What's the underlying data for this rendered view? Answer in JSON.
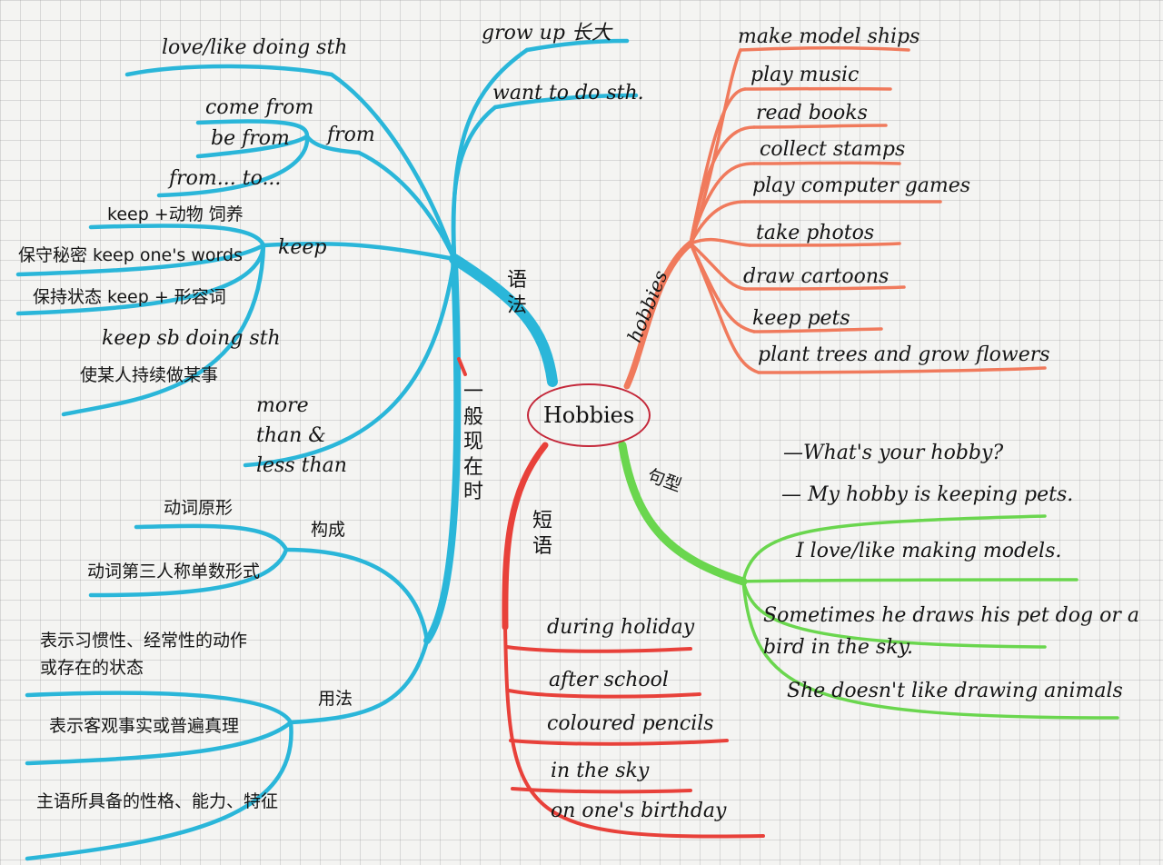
{
  "center": "Hobbies",
  "colors": {
    "grammar": "#2ab6d9",
    "hobbies": "#f07a5c",
    "phrases": "#e8413a",
    "sentences": "#6ad64e",
    "center_border": "#c4283a"
  },
  "branches": {
    "grammar": {
      "label": "语法",
      "tense": "一般现在时"
    },
    "hobbies": {
      "label": "hobbies"
    },
    "phrases": {
      "label": "短语"
    },
    "sentences": {
      "label": "句型"
    }
  },
  "grammar": {
    "top": [
      "love/like doing sth",
      "grow up 长大",
      "want to do sth."
    ],
    "from": {
      "label": "from",
      "items": [
        "come from",
        "be from",
        "from... to..."
      ]
    },
    "keep": {
      "label": "keep",
      "items": [
        "keep +动物 饲养",
        "保守秘密 keep one's words",
        "保持状态 keep + 形容词",
        "keep sb doing sth",
        "使某人持续做某事"
      ]
    },
    "comparison": "more than & less than",
    "form": {
      "label": "构成",
      "items": [
        "动词原形",
        "动词第三人称单数形式"
      ]
    },
    "usage": {
      "label": "用法",
      "items": [
        "表示习惯性、经常性的动作或存在的状态",
        "表示客观事实或普遍真理",
        "主语所具备的性格、能力、特征"
      ]
    }
  },
  "hobbies_list": [
    "make model ships",
    "play music",
    "read books",
    "collect stamps",
    "play computer games",
    "take photos",
    "draw cartoons",
    "keep pets",
    "plant trees and grow flowers"
  ],
  "phrases_list": [
    "during holiday",
    "after school",
    "coloured pencils",
    "in the sky",
    "on one's birthday"
  ],
  "sentences_list": [
    "—What's your hobby?",
    "— My hobby is keeping pets.",
    "I love/like making models.",
    "Sometimes he draws his pet dog or a bird in the sky.",
    "She doesn't like drawing animals"
  ]
}
